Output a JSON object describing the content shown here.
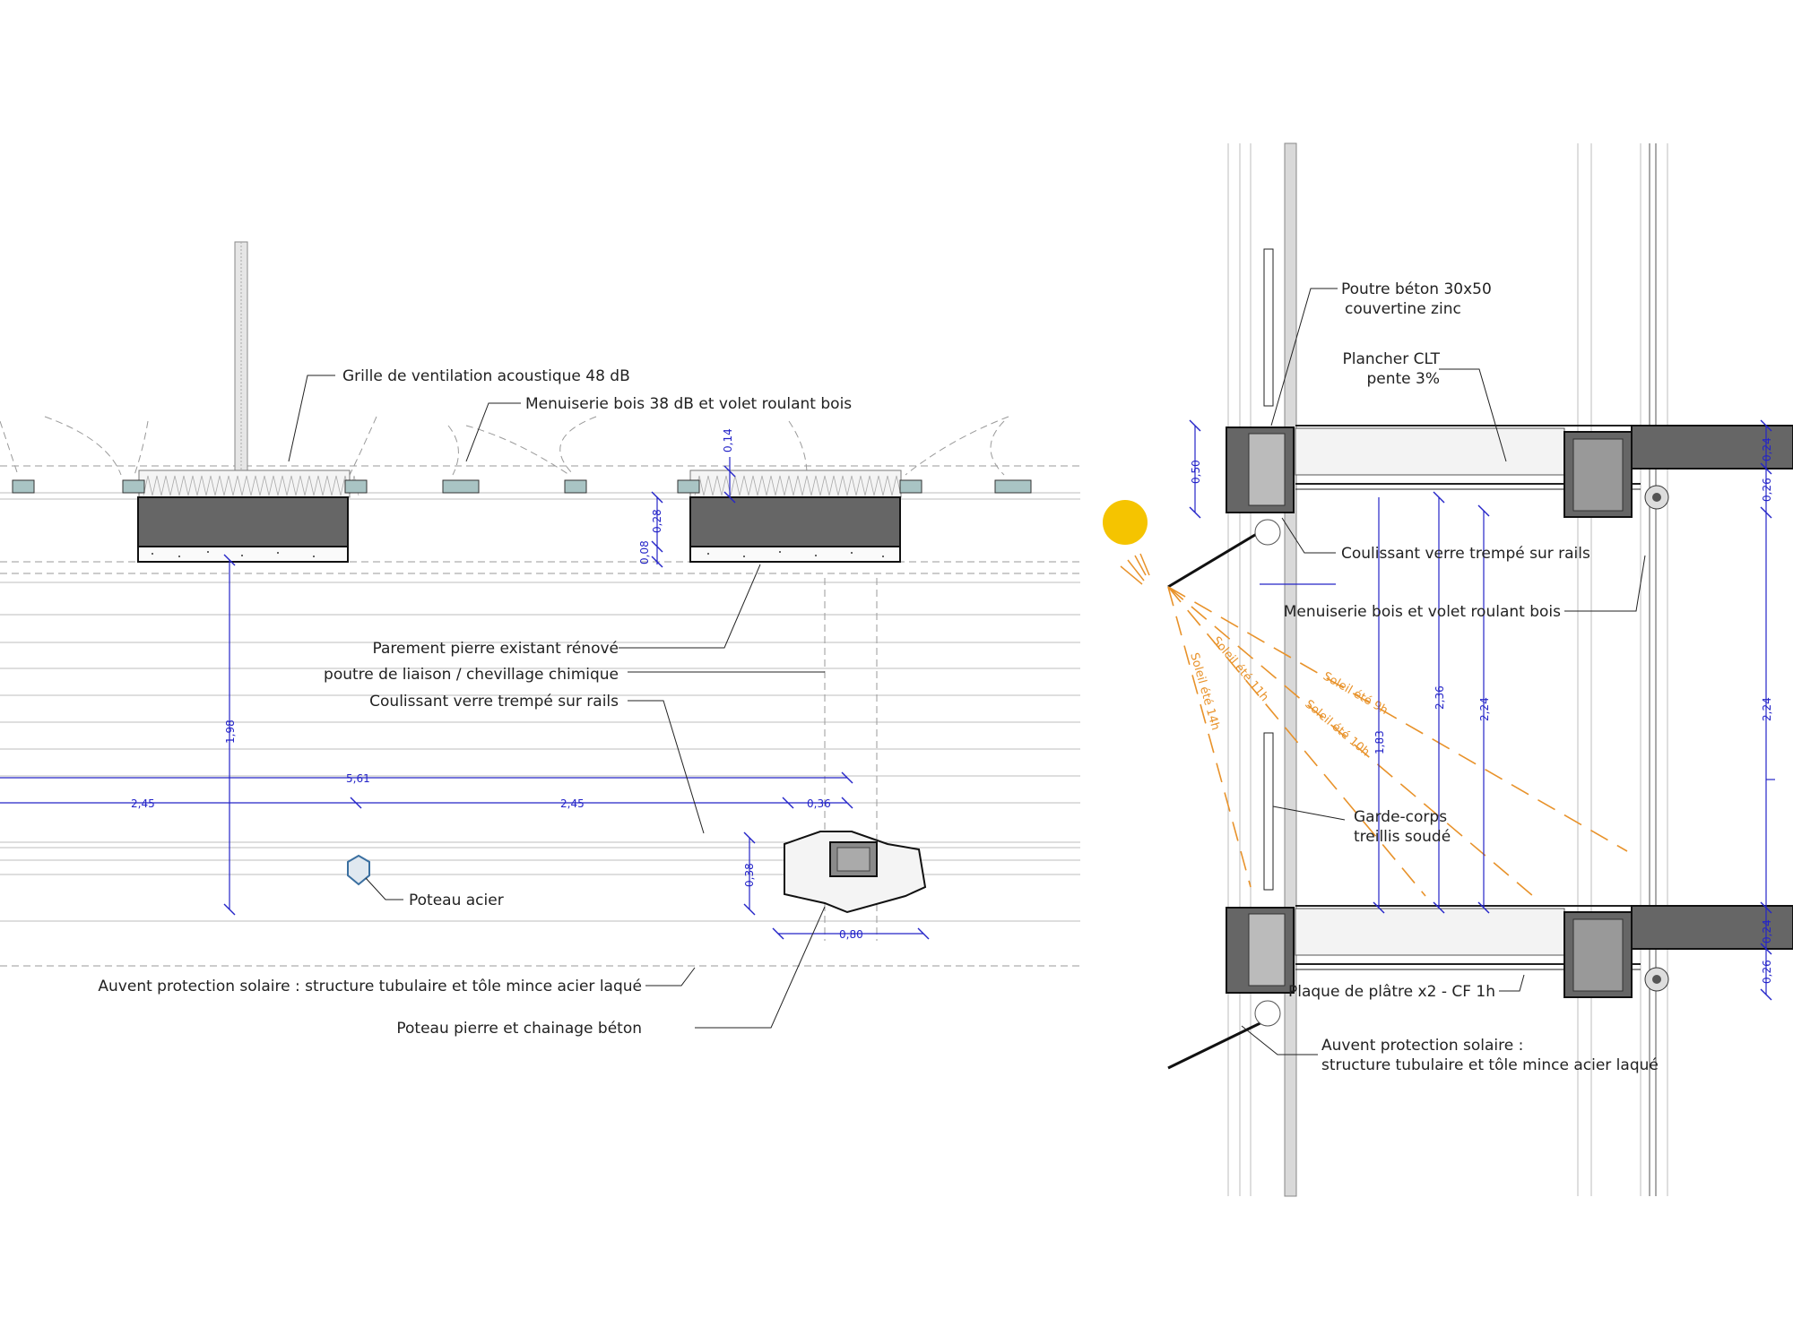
{
  "plan": {
    "labels": {
      "grille": "Grille de ventilation acoustique 48 dB",
      "menuiserie": "Menuiserie bois 38 dB et volet roulant bois",
      "parement": "Parement pierre existant rénové",
      "poutre": "poutre de liaison / chevillage chimique",
      "coulissant": "Coulissant verre trempé sur rails",
      "poteau_acier": "Poteau acier",
      "auvent": "Auvent protection solaire : structure tubulaire et tôle mince acier laqué",
      "poteau_pierre": "Poteau pierre et chainage béton"
    },
    "dims": {
      "d014": "0,14",
      "d028": "0,28",
      "d008": "0,08",
      "d198": "1,98",
      "d561": "5,61",
      "d245a": "2,45",
      "d245b": "2,45",
      "d036": "0,36",
      "d038": "0,38",
      "d080": "0,80"
    }
  },
  "section": {
    "labels": {
      "poutre_line1": "Poutre béton 30x50",
      "poutre_line2": "couvertine zinc",
      "plancher_line1": "Plancher CLT",
      "plancher_line2": "pente 3%",
      "coulissant": "Coulissant verre trempé sur rails",
      "menuiserie": "Menuiserie bois et volet roulant bois",
      "garde_line1": "Garde-corps",
      "garde_line2": "treillis soudé",
      "plaque": "Plaque de plâtre x2 - CF 1h",
      "auvent_line1": "Auvent protection solaire :",
      "auvent_line2": "structure tubulaire et tôle mince acier laqué"
    },
    "sun_rays": {
      "r9": "Soleil été 9h",
      "r10": "Soleil été 10h",
      "r11": "Soleil été 11h",
      "r14": "Soleil été 14h"
    },
    "dims": {
      "d050": "0,50",
      "d183": "1,83",
      "d236": "2,36",
      "d224a": "2,24",
      "d224b": "2,24",
      "d024a": "0,24",
      "d026a": "0,26",
      "d024b": "0,24",
      "d026b": "0,26"
    }
  },
  "colors": {
    "dimension": "#2424c8",
    "sun": "#f5c400",
    "sun_rays": "#e8922a",
    "concrete": "#666666"
  }
}
